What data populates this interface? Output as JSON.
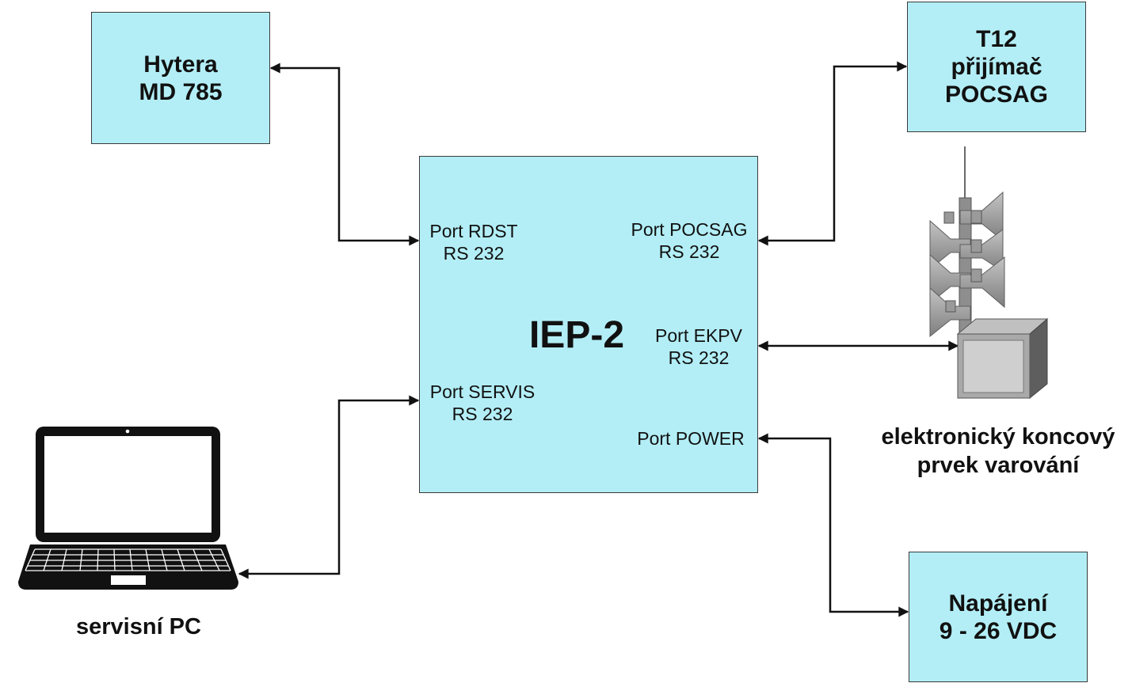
{
  "diagram": {
    "main_device": {
      "title": "IEP-2",
      "ports": {
        "rdst": {
          "name": "Port RDST",
          "interface": "RS 232"
        },
        "pocsag": {
          "name": "Port POCSAG",
          "interface": "RS 232"
        },
        "ekpv": {
          "name": "Port EKPV",
          "interface": "RS 232"
        },
        "servis": {
          "name": "Port SERVIS",
          "interface": "RS 232"
        },
        "power": {
          "name": "Port POWER"
        }
      }
    },
    "radio": {
      "line1": "Hytera",
      "line2": "MD 785"
    },
    "receiver": {
      "line1": "T12",
      "line2": "přijímač",
      "line3": "POCSAG"
    },
    "power_supply": {
      "line1": "Napájení",
      "line2": "9 - 26 VDC"
    },
    "siren": {
      "line1": "elektronický koncový",
      "line2": "prvek varování"
    },
    "service_pc": {
      "label": "servisní PC"
    }
  }
}
